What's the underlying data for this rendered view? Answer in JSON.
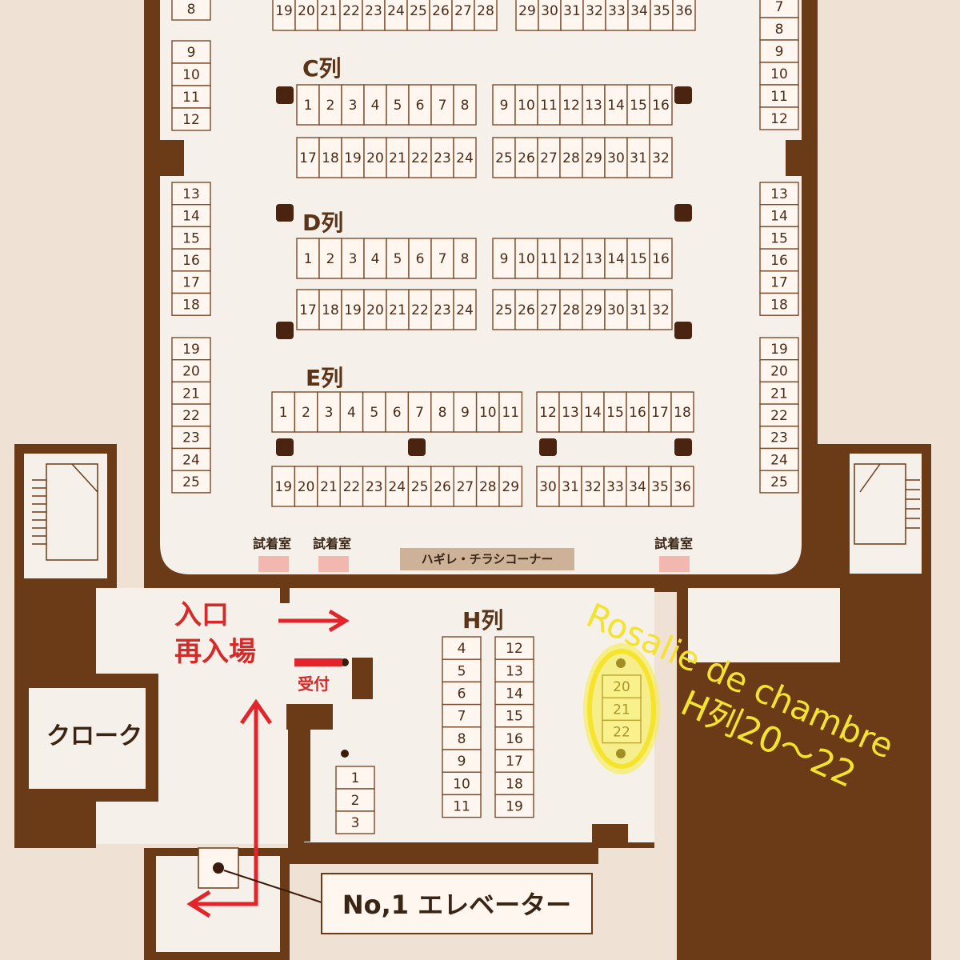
{
  "rows": {
    "c": "C列",
    "d": "D列",
    "e": "E列",
    "h": "H列"
  },
  "booths": {
    "top_left": [
      "19",
      "20",
      "21",
      "22",
      "23",
      "24",
      "25",
      "26",
      "27",
      "28"
    ],
    "top_right": [
      "29",
      "30",
      "31",
      "32",
      "33",
      "34",
      "35",
      "36"
    ],
    "c_front_left": [
      "1",
      "2",
      "3",
      "4",
      "5",
      "6",
      "7",
      "8"
    ],
    "c_front_right": [
      "9",
      "10",
      "11",
      "12",
      "13",
      "14",
      "15",
      "16"
    ],
    "c_back_left": [
      "17",
      "18",
      "19",
      "20",
      "21",
      "22",
      "23",
      "24"
    ],
    "c_back_right": [
      "25",
      "26",
      "27",
      "28",
      "29",
      "30",
      "31",
      "32"
    ],
    "d_front_left": [
      "1",
      "2",
      "3",
      "4",
      "5",
      "6",
      "7",
      "8"
    ],
    "d_front_right": [
      "9",
      "10",
      "11",
      "12",
      "13",
      "14",
      "15",
      "16"
    ],
    "d_back_left": [
      "17",
      "18",
      "19",
      "20",
      "21",
      "22",
      "23",
      "24"
    ],
    "d_back_right": [
      "25",
      "26",
      "27",
      "28",
      "29",
      "30",
      "31",
      "32"
    ],
    "e_front_left": [
      "1",
      "2",
      "3",
      "4",
      "5",
      "6",
      "7",
      "8",
      "9",
      "10",
      "11"
    ],
    "e_front_right": [
      "12",
      "13",
      "14",
      "15",
      "16",
      "17",
      "18"
    ],
    "e_back_left": [
      "19",
      "20",
      "21",
      "22",
      "23",
      "24",
      "25",
      "26",
      "27",
      "28",
      "29"
    ],
    "e_back_right": [
      "30",
      "31",
      "32",
      "33",
      "34",
      "35",
      "36"
    ],
    "left_wall_top": [
      "8"
    ],
    "left_wall_a": [
      "9",
      "10",
      "11",
      "12"
    ],
    "left_wall_b": [
      "13",
      "14",
      "15",
      "16",
      "17",
      "18"
    ],
    "left_wall_c": [
      "19",
      "20",
      "21",
      "22",
      "23",
      "24",
      "25"
    ],
    "right_wall_top": [
      "7",
      "8",
      "9",
      "10",
      "11",
      "12"
    ],
    "right_wall_b": [
      "13",
      "14",
      "15",
      "16",
      "17",
      "18"
    ],
    "right_wall_c": [
      "19",
      "20",
      "21",
      "22",
      "23",
      "24",
      "25"
    ],
    "h_left": [
      "4",
      "5",
      "6",
      "7",
      "8",
      "9",
      "10",
      "11"
    ],
    "h_right": [
      "12",
      "13",
      "14",
      "15",
      "16",
      "17",
      "18",
      "19"
    ],
    "h_highlight": [
      "20",
      "21",
      "22"
    ],
    "entrance_desk": [
      "1",
      "2",
      "3"
    ]
  },
  "labels": {
    "fitting_room": "試着室",
    "flyer_corner": "ハギレ・チラシコーナー",
    "entrance": "入口",
    "reentry": "再入場",
    "reception": "受付",
    "cloak": "クローク",
    "elevator": "No,1 エレベーター"
  },
  "annotation": {
    "shop_name": "Rosalie de chambre",
    "shop_location": "H列20～22"
  },
  "colors": {
    "background": "#efe1d4",
    "floor": "#f6f0ea",
    "wall": "#6b3a17",
    "entrance_text": "#d42a2a",
    "arrow": "#e2242b",
    "highlight": "#f4ec3a",
    "annotation_text": "#f3e22e",
    "fitting_room": "#f2b8b0"
  }
}
